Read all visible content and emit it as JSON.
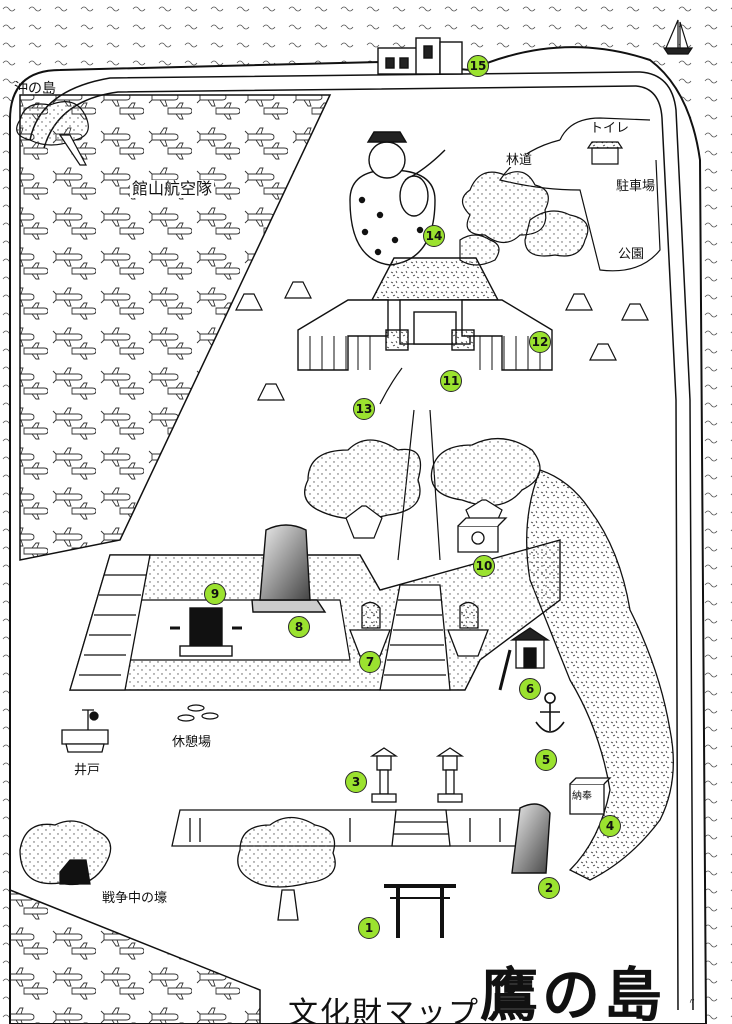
{
  "map_title": {
    "sub": "文化財マップ",
    "main": "鷹の島"
  },
  "place_labels": {
    "okinoshima": "沖の島",
    "tateyama_air_corps": "館山航空隊",
    "forest_road": "林道",
    "toilet": "トイレ",
    "parking": "駐車場",
    "park": "公園",
    "rest_area": "休憩場",
    "well": "井戸",
    "wartime_trench": "戦争中の壕",
    "offering_box": "納奉"
  },
  "markers": [
    "1",
    "2",
    "3",
    "4",
    "5",
    "6",
    "7",
    "8",
    "9",
    "10",
    "11",
    "12",
    "13",
    "14",
    "15"
  ],
  "signature": "〃",
  "colors": {
    "marker_fill": "#9be22f",
    "ink": "#111111",
    "paper": "#ffffff"
  }
}
